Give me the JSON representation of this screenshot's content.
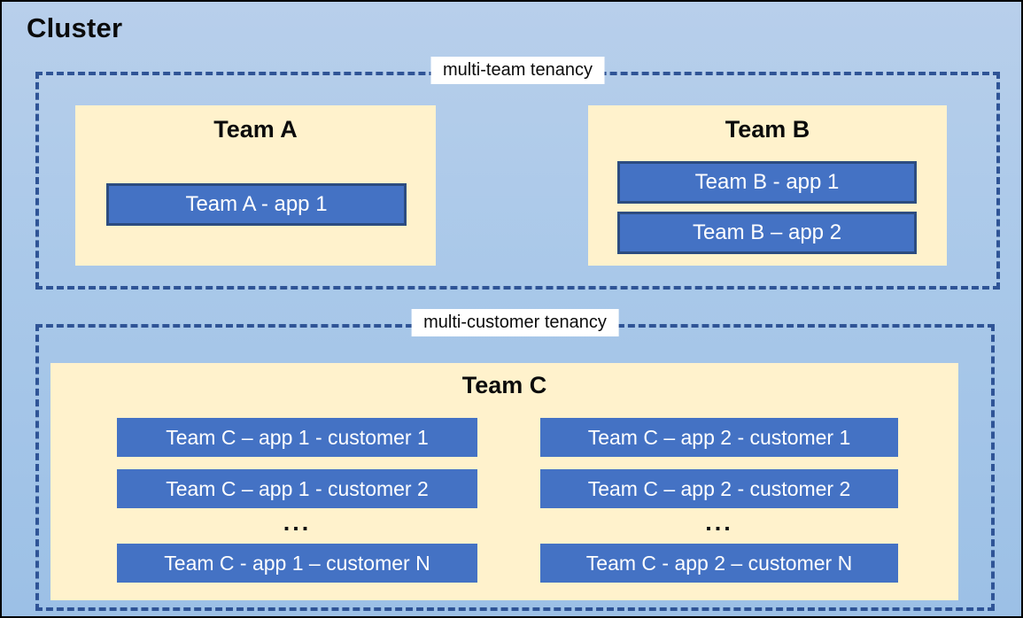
{
  "cluster": {
    "title": "Cluster"
  },
  "colors": {
    "cluster_bg": "#a9c8e9",
    "dashed_border": "#2f5496",
    "team_bg": "#fff2cc",
    "app_fill": "#4472c4",
    "app_border": "#2c4c80",
    "app_text": "#ffffff",
    "title_text": "#0b0b0b",
    "label_bg": "#ffffff"
  },
  "multi_team": {
    "label": "multi-team tenancy",
    "teams": [
      {
        "name": "Team A",
        "apps": [
          "Team A - app 1"
        ]
      },
      {
        "name": "Team B",
        "apps": [
          "Team B - app 1",
          "Team B – app 2"
        ]
      }
    ]
  },
  "multi_customer": {
    "label": "multi-customer tenancy",
    "team": {
      "name": "Team C",
      "columns": [
        {
          "apps": [
            "Team C – app 1 - customer 1",
            "Team C – app 1 - customer 2"
          ],
          "ellipsis": "...",
          "app_n": "Team C - app 1 – customer N"
        },
        {
          "apps": [
            "Team C – app 2 - customer 1",
            "Team C – app 2 - customer 2"
          ],
          "ellipsis": "...",
          "app_n": "Team C - app 2 – customer N"
        }
      ]
    }
  }
}
